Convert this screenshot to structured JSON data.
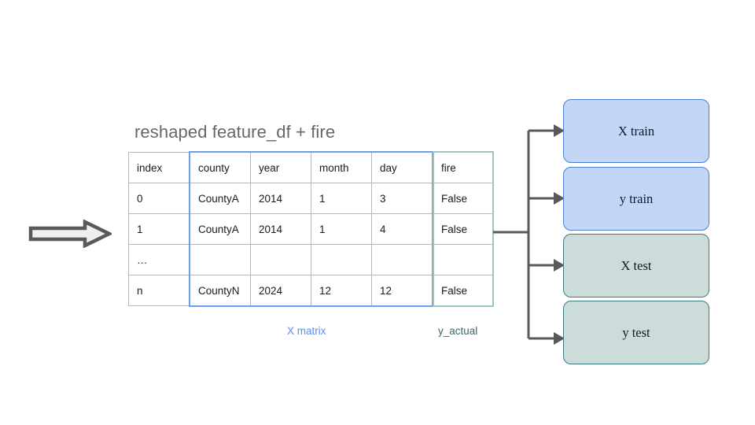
{
  "diagram": {
    "title": "reshaped feature_df + fire",
    "input_arrow_name": "input-flow-arrow"
  },
  "table": {
    "columns": [
      "index",
      "county",
      "year",
      "month",
      "day",
      "fire"
    ],
    "rows": [
      [
        "0",
        "CountyA",
        "2014",
        "1",
        "3",
        "False"
      ],
      [
        "1",
        "CountyA",
        "2014",
        "1",
        "4",
        "False"
      ],
      [
        "…",
        "",
        "",
        "",
        "",
        ""
      ],
      [
        "n",
        "CountyN",
        "2024",
        "12",
        "12",
        "False"
      ]
    ]
  },
  "captions": {
    "x_matrix": "X matrix",
    "y_actual": "y_actual"
  },
  "outputs": [
    {
      "label": "X train",
      "kind": "train"
    },
    {
      "label": "y train",
      "kind": "train"
    },
    {
      "label": "X test",
      "kind": "test"
    },
    {
      "label": "y test",
      "kind": "test"
    }
  ],
  "colors": {
    "x_matrix_highlight": "#6a9ff0",
    "y_actual_highlight": "#9dc2c4",
    "train_fill": "#c3d6f5",
    "train_border": "#4a7fd6",
    "test_fill": "#ccdcdb",
    "test_border": "#3e7b80",
    "connector": "#595959",
    "title_text": "#676767",
    "table_border": "#b7b7b7"
  }
}
